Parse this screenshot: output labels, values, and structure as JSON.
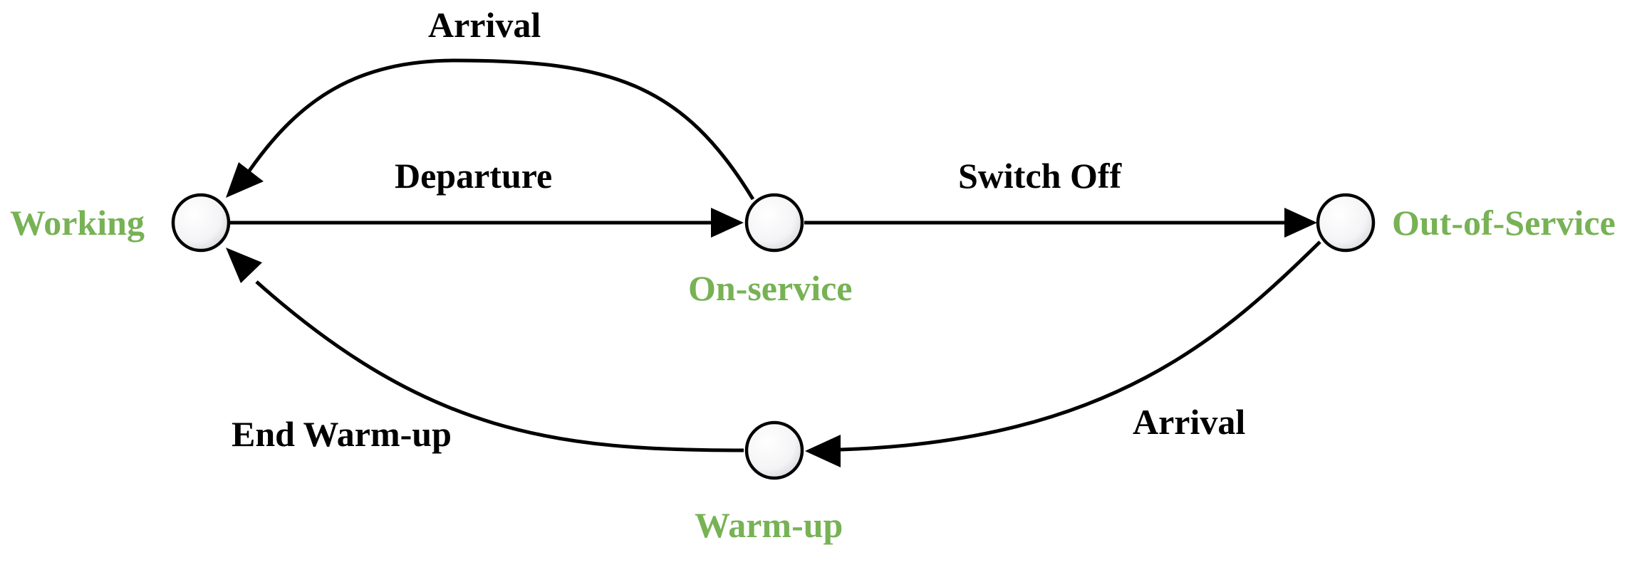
{
  "colors": {
    "state_label": "#77b255",
    "edge": "#000000",
    "node_fill": "#ffffff",
    "node_stroke": "#000000"
  },
  "states": {
    "working": "Working",
    "on_service": "On-service",
    "out_of_service": "Out-of-Service",
    "warm_up": "Warm-up"
  },
  "transitions": {
    "arrival_top": "Arrival",
    "departure": "Departure",
    "switch_off": "Switch Off",
    "arrival_bottom": "Arrival",
    "end_warm_up": "End Warm-up"
  }
}
